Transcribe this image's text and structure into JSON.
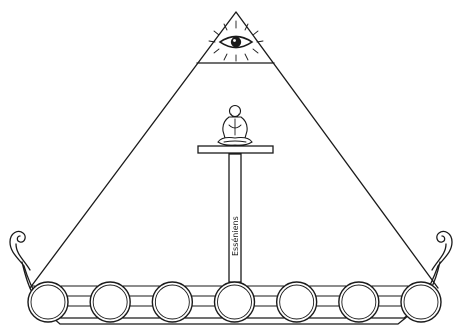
{
  "diagram": {
    "pole_label": "Esséniens",
    "shields_count": 7,
    "eye_symbol": "all-seeing-eye-icon",
    "figure_symbol": "meditating-figure-icon",
    "ship_symbol": "viking-longship"
  }
}
